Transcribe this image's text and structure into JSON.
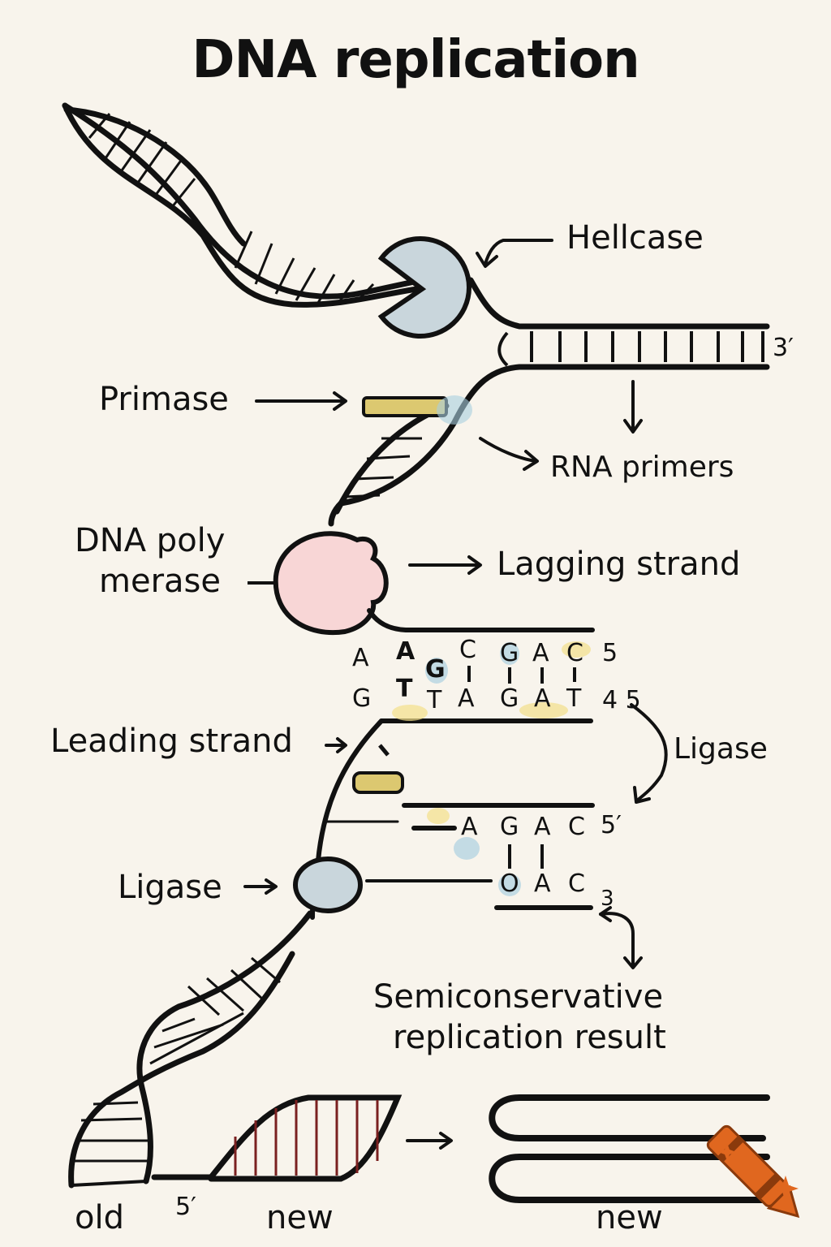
{
  "title": "DNA replication",
  "labels": {
    "helicase": "Hellcase",
    "primase": "Primase",
    "rna_primers": "RNA primers",
    "dna_polymerase_line1": "DNA poly",
    "dna_polymerase_line2": "merase",
    "lagging_strand": "Lagging strand",
    "leading_strand": "Leading strand",
    "ligase_right": "Ligase",
    "ligase_left": "Ligase",
    "semiconservative_line1": "Semiconservative",
    "semiconservative_line2": "replication result",
    "old": "old",
    "new_left": "new",
    "new_right": "new",
    "end_3_top": "3′",
    "end_5_row1": "5",
    "end_45": "4 5",
    "end_5_lower": "5′",
    "end_3_lower": "3",
    "end_5_bottom": "5′"
  },
  "bases": {
    "upper_row1": [
      "A",
      "A",
      "G",
      "C",
      "G",
      "A",
      "C"
    ],
    "upper_row2": [
      "G",
      "T",
      "T",
      "A",
      "G",
      "A",
      "T"
    ],
    "lower_row1": [
      "A",
      "G",
      "A",
      "C"
    ],
    "lower_row2": [
      "O",
      "A",
      "C"
    ]
  },
  "colors": {
    "ink": "#111111",
    "helicase": "#c9d6dc",
    "polymerase": "#f8d6d6",
    "ligase_enzyme": "#c9d6dc",
    "primer": "#dcc870",
    "highlight_blue": "#a8cfe0",
    "highlight_yellow": "#f3e08a",
    "crayon": "#e0671f",
    "background": "#f8f4ec"
  }
}
